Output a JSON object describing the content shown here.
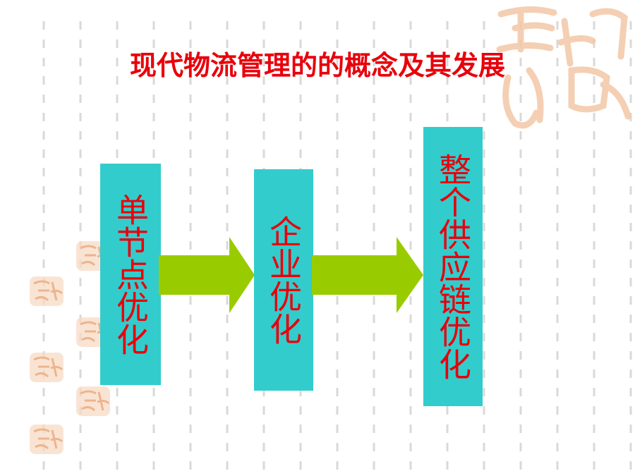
{
  "title": "现代物流管理的的概念及其发展",
  "stages": [
    {
      "label": "单节点优化"
    },
    {
      "label": "企业优化"
    },
    {
      "label": "整个供应链优化"
    }
  ],
  "decorations": {
    "seal_icon": "auspicious-seal-icon",
    "seal_color": "#f3c7a6",
    "arrow_color": "#99cc00",
    "box_color": "#33cccc",
    "text_color": "#e8000b"
  }
}
